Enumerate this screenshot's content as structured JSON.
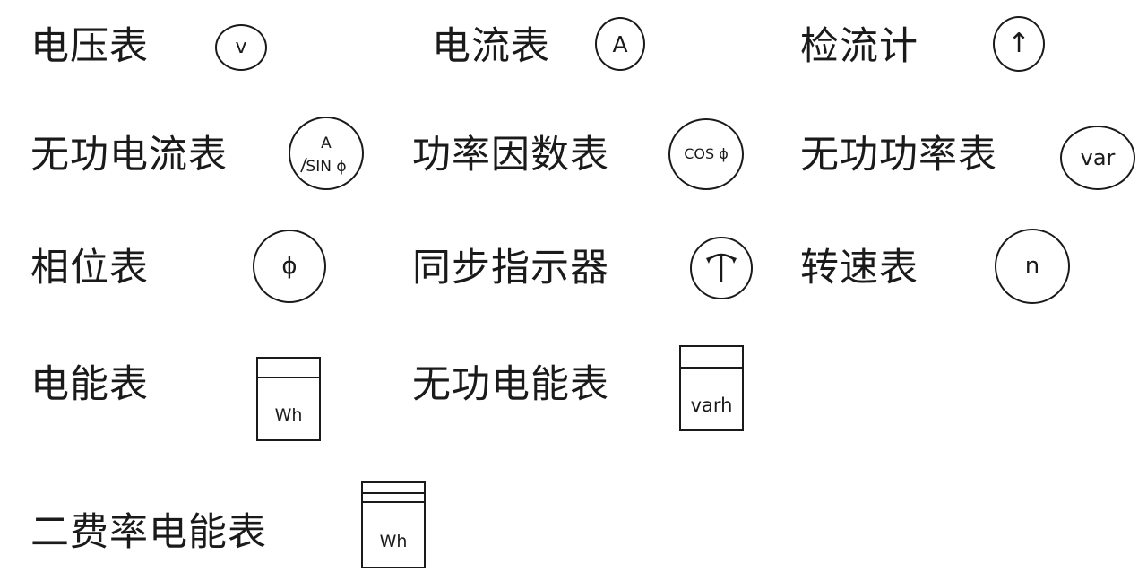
{
  "rows": [
    [
      {
        "label": "电压表",
        "symbol": "v"
      },
      {
        "label": "电流表",
        "symbol": "A"
      },
      {
        "label": "检流计",
        "symbol": "↑"
      }
    ],
    [
      {
        "label": "无功电流表",
        "symbol_top": "A",
        "symbol_bottom": "SIN ϕ"
      },
      {
        "label": "功率因数表",
        "symbol": "COS ϕ"
      },
      {
        "label": "无功功率表",
        "symbol": "var"
      }
    ],
    [
      {
        "label": "相位表",
        "symbol": "ϕ"
      },
      {
        "label": "同步指示器",
        "symbol": "synchroscope-icon"
      },
      {
        "label": "转速表",
        "symbol": "n"
      }
    ],
    [
      {
        "label": "电能表",
        "symbol": "Wh"
      },
      {
        "label": "无功电能表",
        "symbol": "varh"
      }
    ],
    [
      {
        "label": "二费率电能表",
        "symbol": "Wh"
      }
    ]
  ]
}
